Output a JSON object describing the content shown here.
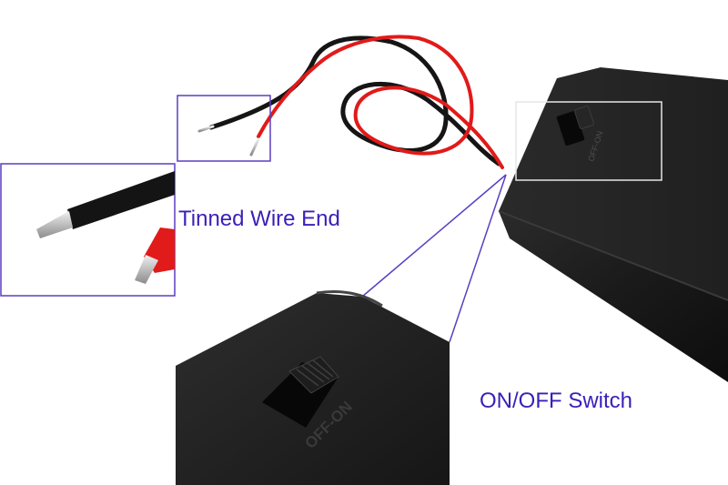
{
  "annotations": {
    "wire_label": "Tinned Wire End",
    "switch_label": "ON/OFF Switch"
  },
  "switch_markings": {
    "main": "OFF-ON",
    "zoom": "OFF-ON"
  },
  "colors": {
    "annotation": "#3b1fb8",
    "callout_box": "#5a3fc0",
    "highlight_box": "#e6e6e6",
    "wire_red": "#e11a1a",
    "wire_black": "#151515",
    "case_black": "#1c1c1c",
    "tin": "#cdcdcd"
  }
}
